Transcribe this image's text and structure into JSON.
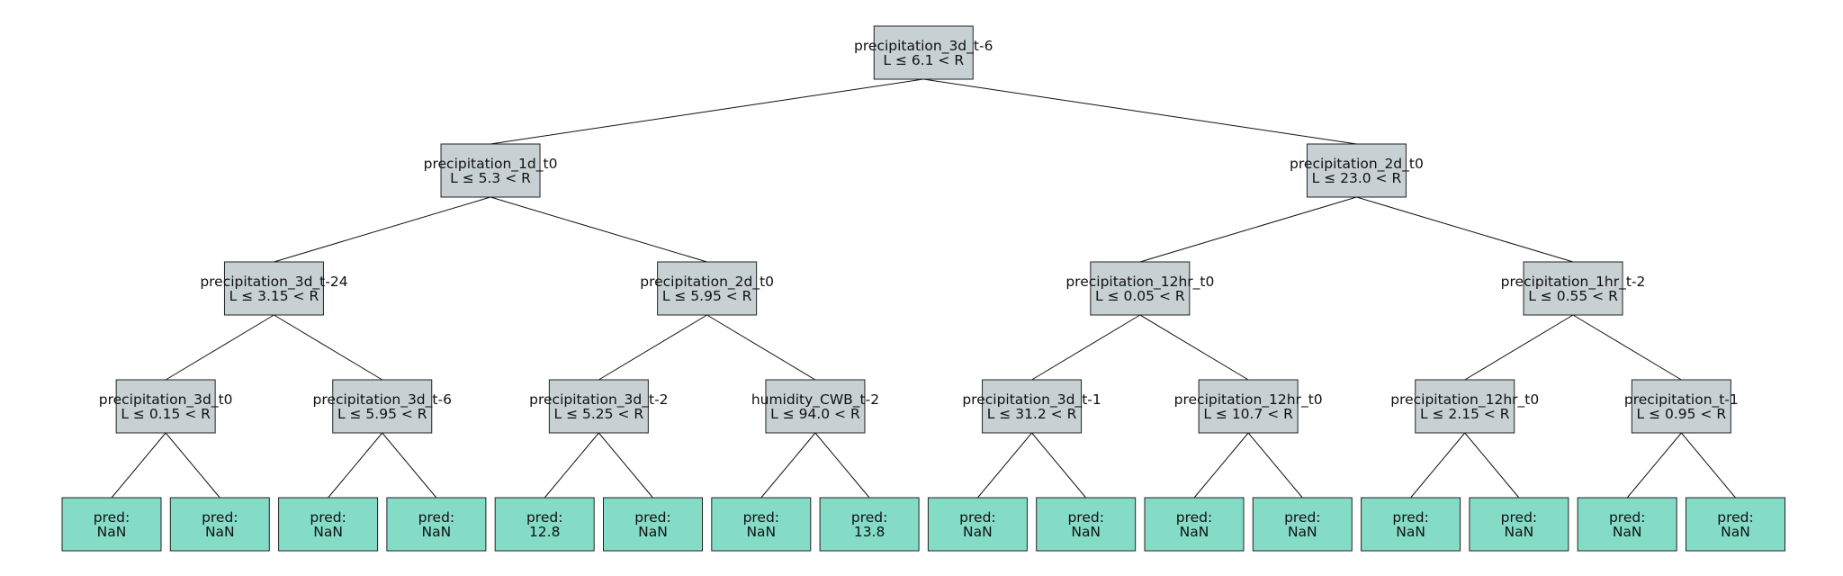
{
  "tree": {
    "nodes": [
      {
        "id": 0,
        "feature": "precipitation_3d_t-6",
        "rule": "L ≤ 6.1 < R"
      },
      {
        "id": 1,
        "feature": "precipitation_1d_t0",
        "rule": "L ≤ 5.3 < R"
      },
      {
        "id": 2,
        "feature": "precipitation_2d_t0",
        "rule": "L ≤ 23.0 < R"
      },
      {
        "id": 3,
        "feature": "precipitation_3d_t-24",
        "rule": "L ≤ 3.15 < R"
      },
      {
        "id": 4,
        "feature": "precipitation_2d_t0",
        "rule": "L ≤ 5.95 < R"
      },
      {
        "id": 5,
        "feature": "precipitation_12hr_t0",
        "rule": "L ≤ 0.05 < R"
      },
      {
        "id": 6,
        "feature": "precipitation_1hr_t-2",
        "rule": "L ≤ 0.55 < R"
      },
      {
        "id": 7,
        "feature": "precipitation_3d_t0",
        "rule": "L ≤ 0.15 < R"
      },
      {
        "id": 8,
        "feature": "precipitation_3d_t-6",
        "rule": "L ≤ 5.95 < R"
      },
      {
        "id": 9,
        "feature": "precipitation_3d_t-2",
        "rule": "L ≤ 5.25 < R"
      },
      {
        "id": 10,
        "feature": "humidity_CWB_t-2",
        "rule": "L ≤ 94.0 < R"
      },
      {
        "id": 11,
        "feature": "precipitation_3d_t-1",
        "rule": "L ≤ 31.2 < R"
      },
      {
        "id": 12,
        "feature": "precipitation_12hr_t0",
        "rule": "L ≤ 10.7 < R"
      },
      {
        "id": 13,
        "feature": "precipitation_12hr_t0",
        "rule": "L ≤ 2.15 < R"
      },
      {
        "id": 14,
        "feature": "precipitation_t-1",
        "rule": "L ≤ 0.95 < R"
      }
    ],
    "leaves": [
      {
        "label": "pred:",
        "value": "NaN"
      },
      {
        "label": "pred:",
        "value": "NaN"
      },
      {
        "label": "pred:",
        "value": "NaN"
      },
      {
        "label": "pred:",
        "value": "NaN"
      },
      {
        "label": "pred:",
        "value": "12.8"
      },
      {
        "label": "pred:",
        "value": "NaN"
      },
      {
        "label": "pred:",
        "value": "NaN"
      },
      {
        "label": "pred:",
        "value": "13.8"
      },
      {
        "label": "pred:",
        "value": "NaN"
      },
      {
        "label": "pred:",
        "value": "NaN"
      },
      {
        "label": "pred:",
        "value": "NaN"
      },
      {
        "label": "pred:",
        "value": "NaN"
      },
      {
        "label": "pred:",
        "value": "NaN"
      },
      {
        "label": "pred:",
        "value": "NaN"
      },
      {
        "label": "pred:",
        "value": "NaN"
      },
      {
        "label": "pred:",
        "value": "NaN"
      }
    ],
    "colors": {
      "split_fill": "#c7d1d3",
      "leaf_fill": "#84dcc6",
      "stroke": "#222222"
    }
  }
}
